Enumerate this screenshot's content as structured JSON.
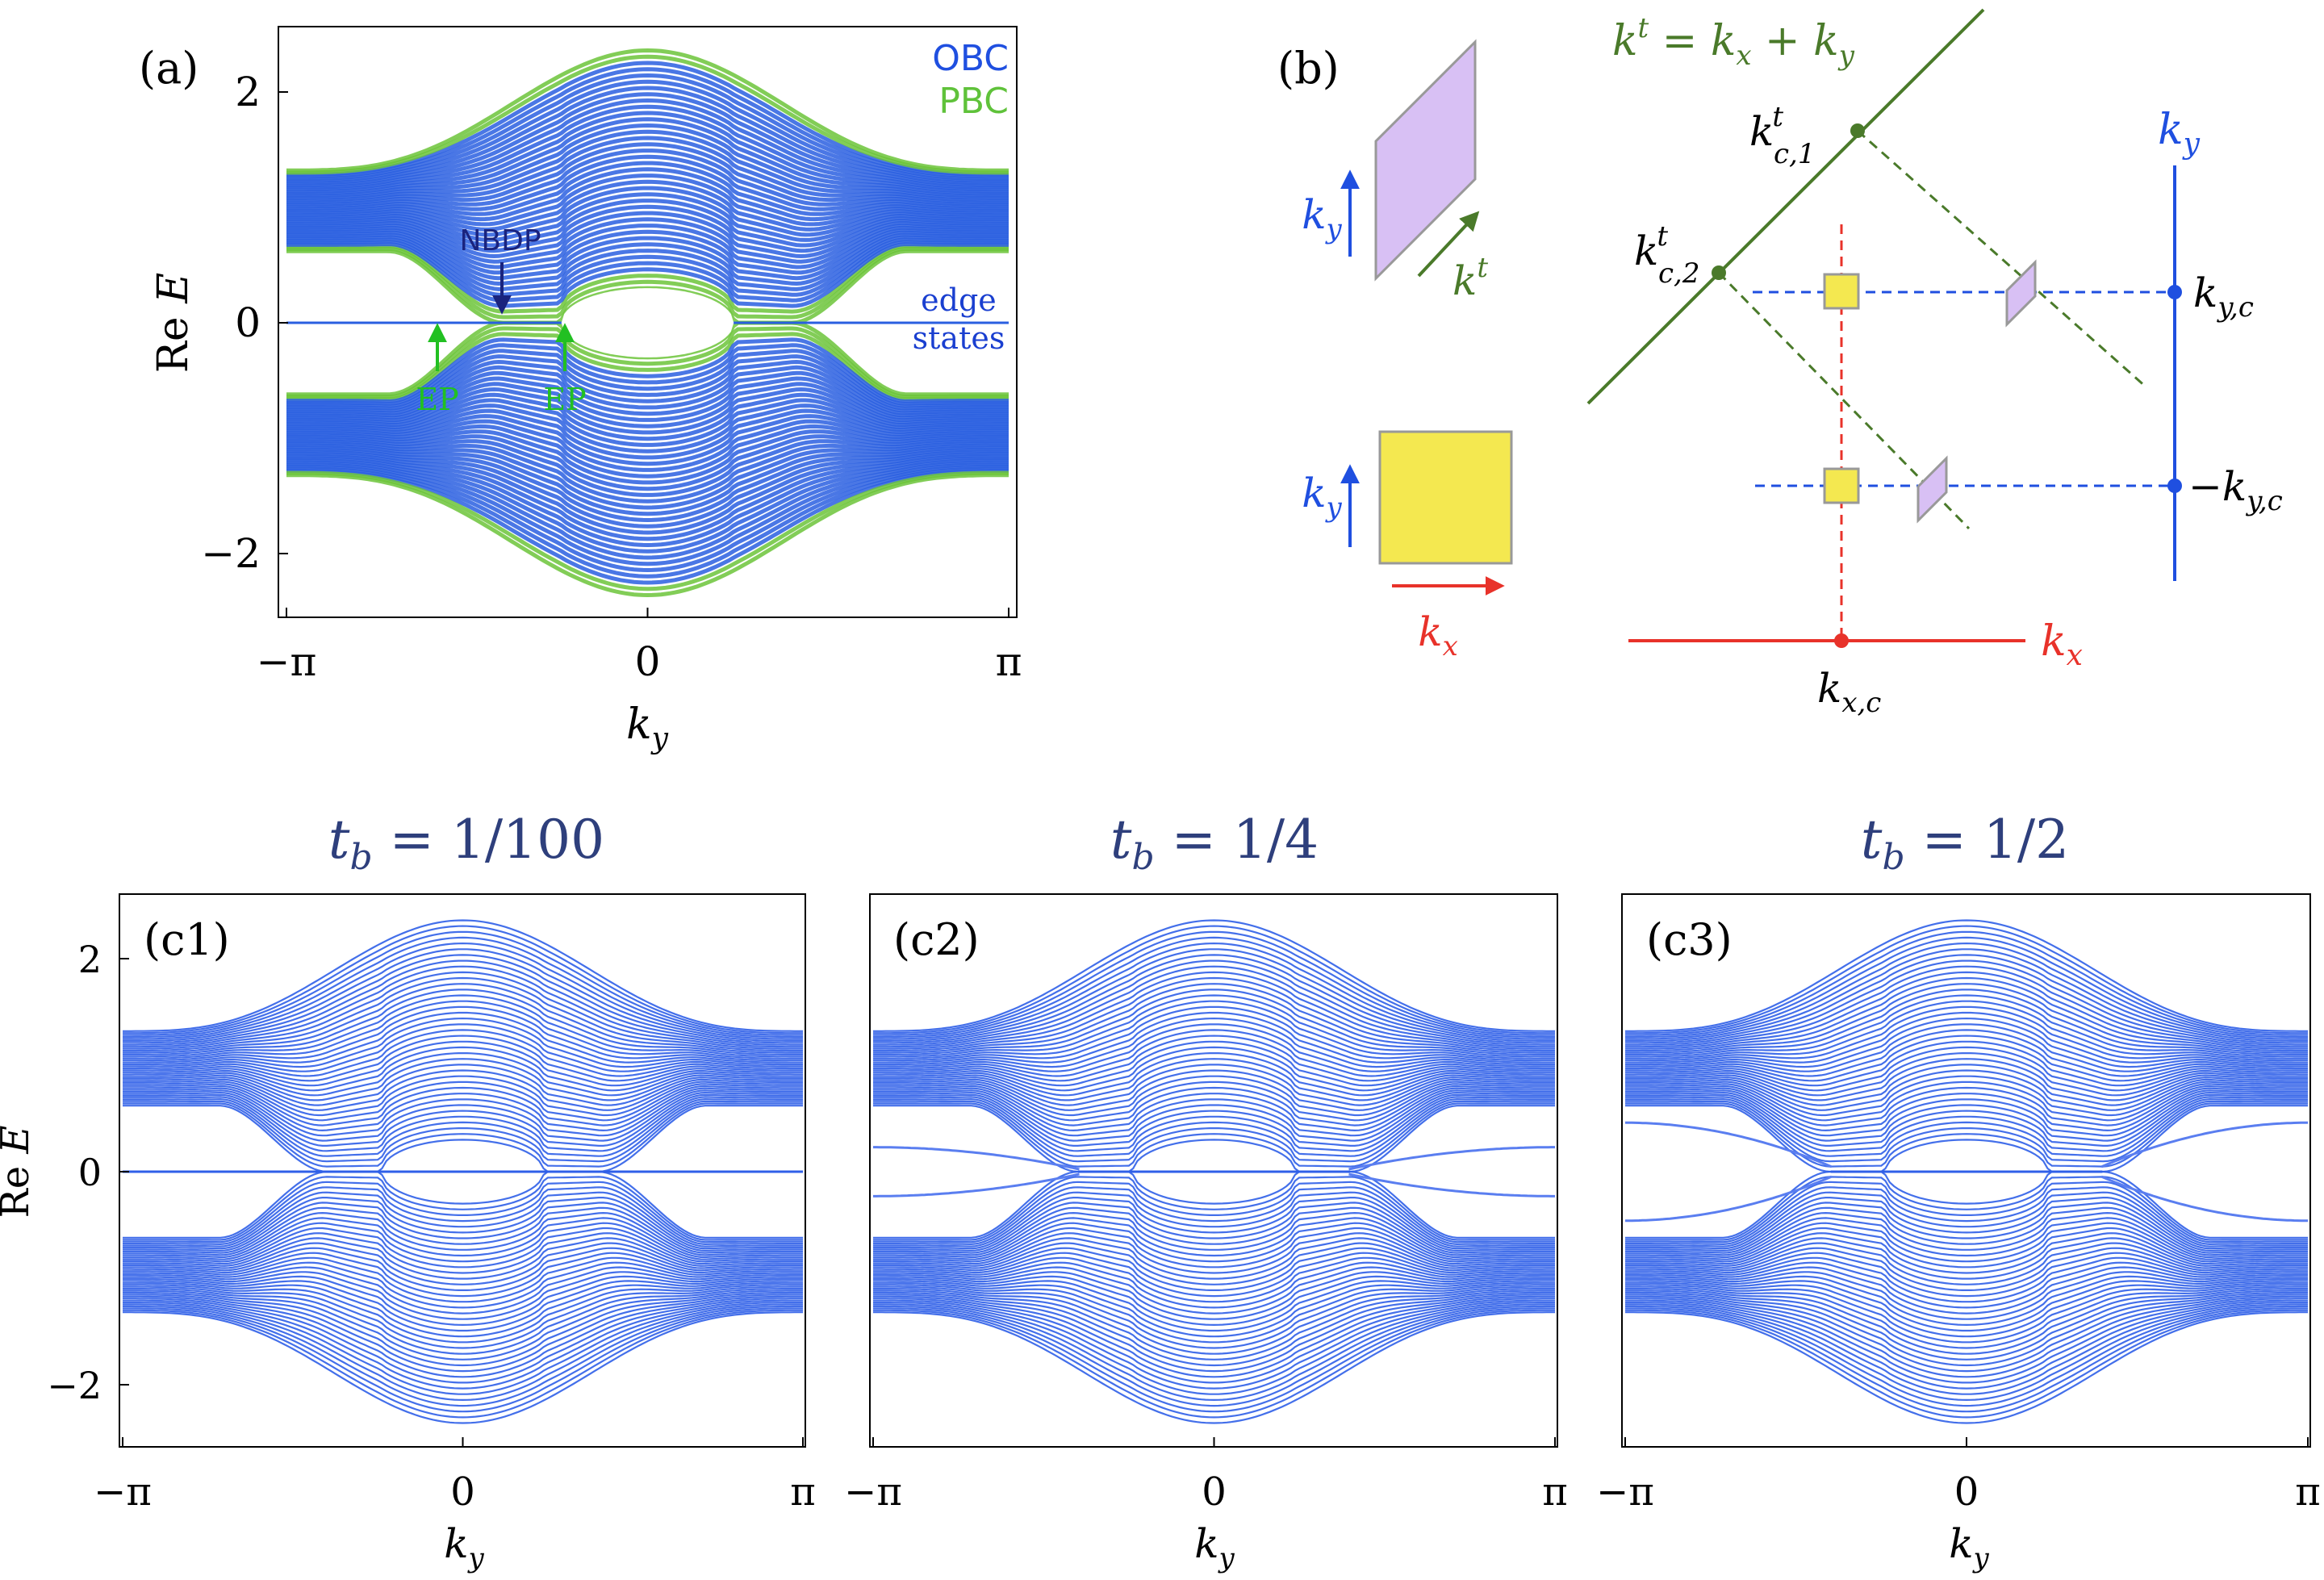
{
  "chart_data": [
    {
      "type": "line",
      "panel_label": "(a)",
      "xlabel": "k_y",
      "ylabel": "Re E",
      "xlim": [
        -3.1416,
        3.1416
      ],
      "ylim": [
        -2.6,
        2.6
      ],
      "xticks": [
        {
          "value": -3.1416,
          "label": "−π"
        },
        {
          "value": 0,
          "label": "0"
        },
        {
          "value": 3.1416,
          "label": "π"
        }
      ],
      "yticks": [
        {
          "value": 2,
          "label": "2"
        },
        {
          "value": 0,
          "label": "0"
        },
        {
          "value": -2,
          "label": "−2"
        }
      ],
      "legend": [
        {
          "name": "OBC",
          "color": "#1f4fe0"
        },
        {
          "name": "PBC",
          "color": "#5fc23a"
        }
      ],
      "legend_position": "top-right",
      "band_outer_max": 2.36,
      "band_outer_edge": 1.32,
      "band_inner_edge": 0.62,
      "gap_crossings": [
        -1.25,
        1.25
      ],
      "bubble_center_halfheight": 0.3,
      "edge_state_value": 0,
      "annotations": [
        {
          "text": "NBDP",
          "x": -1.25,
          "y": 0.0,
          "color": "#1a237e"
        },
        {
          "text": "EP",
          "x": -1.8,
          "y": -0.05,
          "color": "#22c022"
        },
        {
          "text": "EP",
          "x": -0.7,
          "y": -0.05,
          "color": "#22c022"
        },
        {
          "text": "edge",
          "x": 2.7,
          "y": 0.12,
          "color": "#1a3fd0"
        },
        {
          "text": "states",
          "x": 2.7,
          "y": -0.12,
          "color": "#1a3fd0"
        }
      ]
    },
    {
      "type": "line",
      "panel_label": "(c1)",
      "title": "t_b = 1/100",
      "xlabel": "k_y",
      "ylabel": "Re E",
      "xlim": [
        -3.1416,
        3.1416
      ],
      "ylim": [
        -2.6,
        2.6
      ],
      "xticks": [
        {
          "value": -3.1416,
          "label": "−π"
        },
        {
          "value": 0,
          "label": "0"
        },
        {
          "value": 3.1416,
          "label": "π"
        }
      ],
      "yticks": [
        {
          "value": 2,
          "label": "2"
        },
        {
          "value": 0,
          "label": "0"
        },
        {
          "value": -2,
          "label": "−2"
        }
      ],
      "edge_state_amplitude": 0.0,
      "band_outer_max": 2.36,
      "band_inner_edge": 0.62
    },
    {
      "type": "line",
      "panel_label": "(c2)",
      "title": "t_b = 1/4",
      "xlabel": "k_y",
      "xlim": [
        -3.1416,
        3.1416
      ],
      "ylim": [
        -2.6,
        2.6
      ],
      "xticks": [
        {
          "value": -3.1416,
          "label": "−π"
        },
        {
          "value": 0,
          "label": "0"
        },
        {
          "value": 3.1416,
          "label": "π"
        }
      ],
      "edge_state_amplitude": 0.23,
      "band_outer_max": 2.36,
      "band_inner_edge": 0.62
    },
    {
      "type": "line",
      "panel_label": "(c3)",
      "title": "t_b = 1/2",
      "xlabel": "k_y",
      "xlim": [
        -3.1416,
        3.1416
      ],
      "ylim": [
        -2.6,
        2.6
      ],
      "xticks": [
        {
          "value": -3.1416,
          "label": "−π"
        },
        {
          "value": 0,
          "label": "0"
        },
        {
          "value": 3.1416,
          "label": "π"
        }
      ],
      "edge_state_amplitude": 0.46,
      "band_outer_max": 2.36,
      "band_inner_edge": 0.62
    }
  ],
  "diagram": {
    "panel_label": "(b)",
    "colors": {
      "green": "#4a7a2a",
      "blue": "#1f4fe0",
      "red": "#e8322a",
      "purple": "#d8c0f4",
      "yellow": "#f4e850"
    },
    "labels": {
      "kt_eq": "kᵗ = kₓ + k_y",
      "kt_c1": "k^t_{c,1}",
      "kt_c2": "k^t_{c,2}",
      "ky_axis": "k_y",
      "ky_c": "k_{y,c}",
      "neg_ky_c": "−k_{y,c}",
      "kx_axis": "kₓ",
      "kx_c": "k_{x,c}",
      "legend_ky_1": "k_y",
      "legend_kt": "kᵗ",
      "legend_ky_2": "k_y",
      "legend_kx": "kₓ"
    }
  }
}
